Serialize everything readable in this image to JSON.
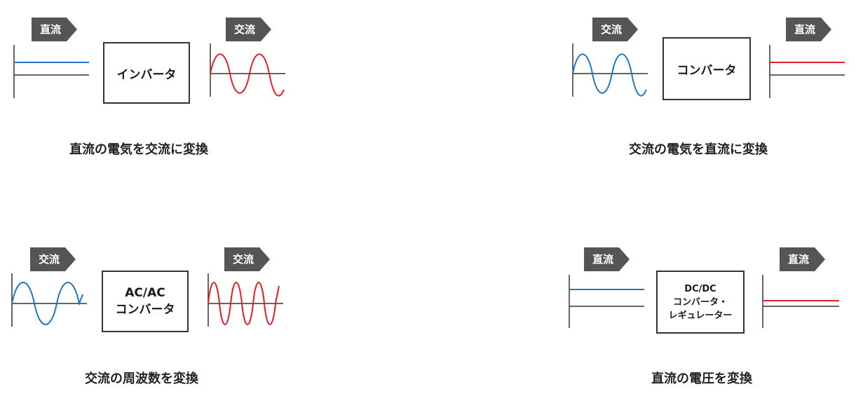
{
  "panels": [
    {
      "tag_in": "直流",
      "tag_out": "交流",
      "box_lines": [
        "インバータ"
      ],
      "caption": "直流の電気を交流に変換"
    },
    {
      "tag_in": "交流",
      "tag_out": "直流",
      "box_lines": [
        "コンバータ"
      ],
      "caption": "交流の電気を直流に変換"
    },
    {
      "tag_in": "交流",
      "tag_out": "交流",
      "box_lines": [
        "AC/AC",
        "コンバータ"
      ],
      "caption": "交流の周波数を変換"
    },
    {
      "tag_in": "直流",
      "tag_out": "直流",
      "box_lines": [
        "DC/DC",
        "コンバータ・",
        "レギュレーター"
      ],
      "caption": "直流の電圧を変換"
    }
  ],
  "colors": {
    "tag_fill": "#555555",
    "input_signal": "#1f77c4",
    "output_signal": "#e01f26",
    "axis": "#333333"
  }
}
